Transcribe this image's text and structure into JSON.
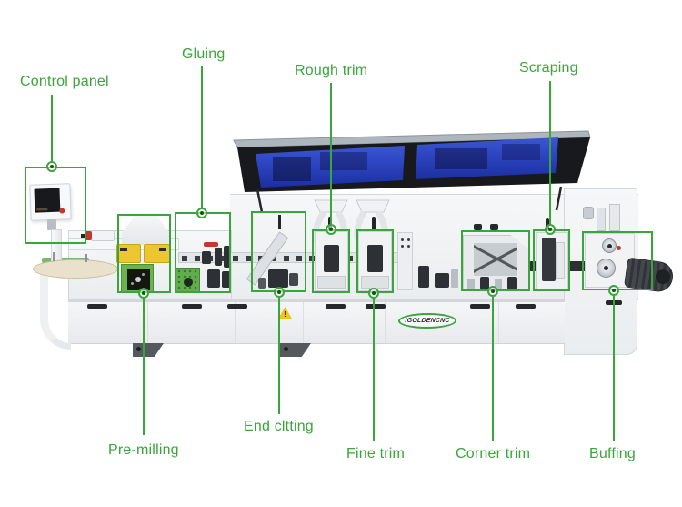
{
  "annotations": [
    {
      "id": "control-panel",
      "label": "Control panel"
    },
    {
      "id": "gluing",
      "label": "Gluing"
    },
    {
      "id": "rough-trim",
      "label": "Rough trim"
    },
    {
      "id": "scraping",
      "label": "Scraping"
    },
    {
      "id": "pre-milling",
      "label": "Pre-milling"
    },
    {
      "id": "end-cutting",
      "label": "End cltting"
    },
    {
      "id": "fine-trim",
      "label": "Fine trim"
    },
    {
      "id": "corner-trim",
      "label": "Corner trim"
    },
    {
      "id": "buffing",
      "label": "Buffing"
    }
  ],
  "machine": {
    "brand_logo": "iGOLDENCNC",
    "warning_mark": "!"
  },
  "colors": {
    "annotation_green": "#3aa53a",
    "lid_window_blue": "#2741c4",
    "premilling_yellow": "#ecc72e",
    "glue_unit_green": "#5fae4b",
    "warning_yellow": "#f2c41b"
  }
}
